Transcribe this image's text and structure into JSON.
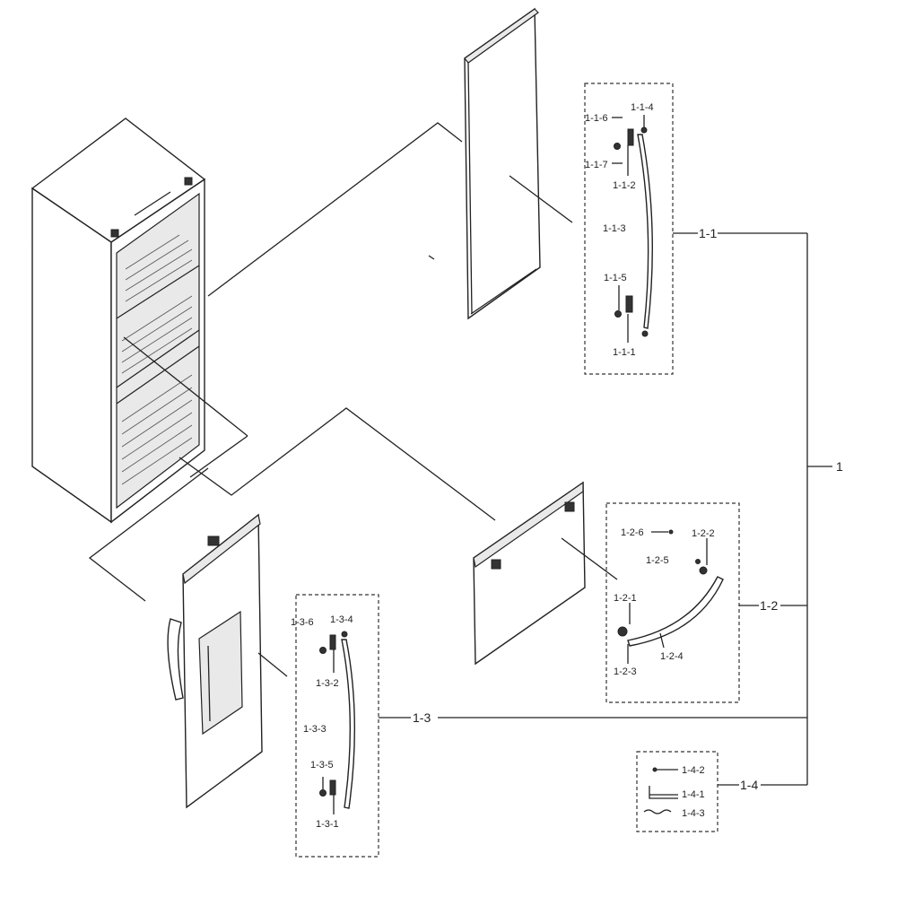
{
  "labels": {
    "root": "1",
    "group_1_1": "1-1",
    "group_1_2": "1-2",
    "group_1_3": "1-3",
    "group_1_4": "1-4",
    "p_1_1_1": "1-1-1",
    "p_1_1_2": "1-1-2",
    "p_1_1_3": "1-1-3",
    "p_1_1_4": "1-1-4",
    "p_1_1_5": "1-1-5",
    "p_1_1_6": "1-1-6",
    "p_1_1_7": "1-1-7",
    "p_1_2_1": "1-2-1",
    "p_1_2_2": "1-2-2",
    "p_1_2_3": "1-2-3",
    "p_1_2_4": "1-2-4",
    "p_1_2_5": "1-2-5",
    "p_1_2_6": "1-2-6",
    "p_1_3_1": "1-3-1",
    "p_1_3_2": "1-3-2",
    "p_1_3_3": "1-3-3",
    "p_1_3_4": "1-3-4",
    "p_1_3_5": "1-3-5",
    "p_1_3_6": "1-3-6",
    "p_1_4_1": "1-4-1",
    "p_1_4_2": "1-4-2",
    "p_1_4_3": "1-4-3"
  }
}
